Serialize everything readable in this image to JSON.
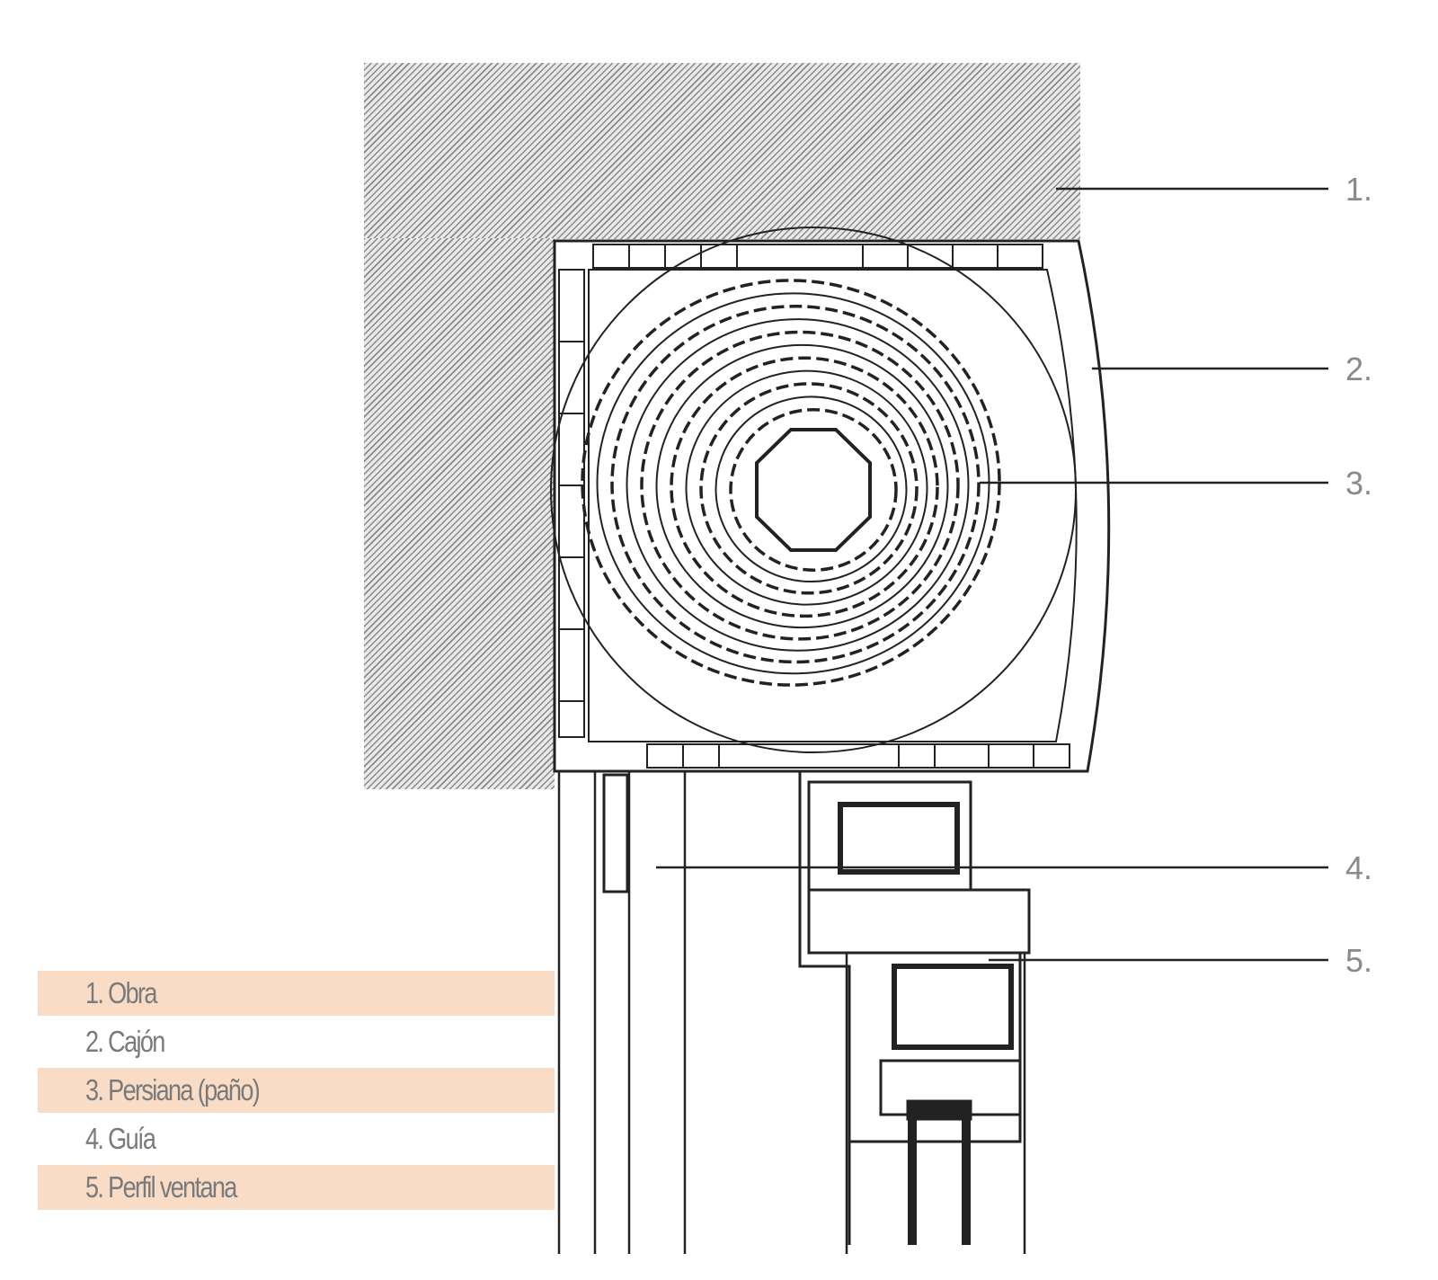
{
  "callouts": [
    "1.",
    "2.",
    "3.",
    "4.",
    "5."
  ],
  "legend": [
    {
      "label": "1. Obra"
    },
    {
      "label": "2. Cajón"
    },
    {
      "label": "3. Persiana (paño)"
    },
    {
      "label": "4. Guía"
    },
    {
      "label": "5. Perfil ventana"
    }
  ],
  "colors": {
    "legend_band": "#f9dcc6",
    "line": "#222222",
    "text": "#7a7a7a"
  }
}
